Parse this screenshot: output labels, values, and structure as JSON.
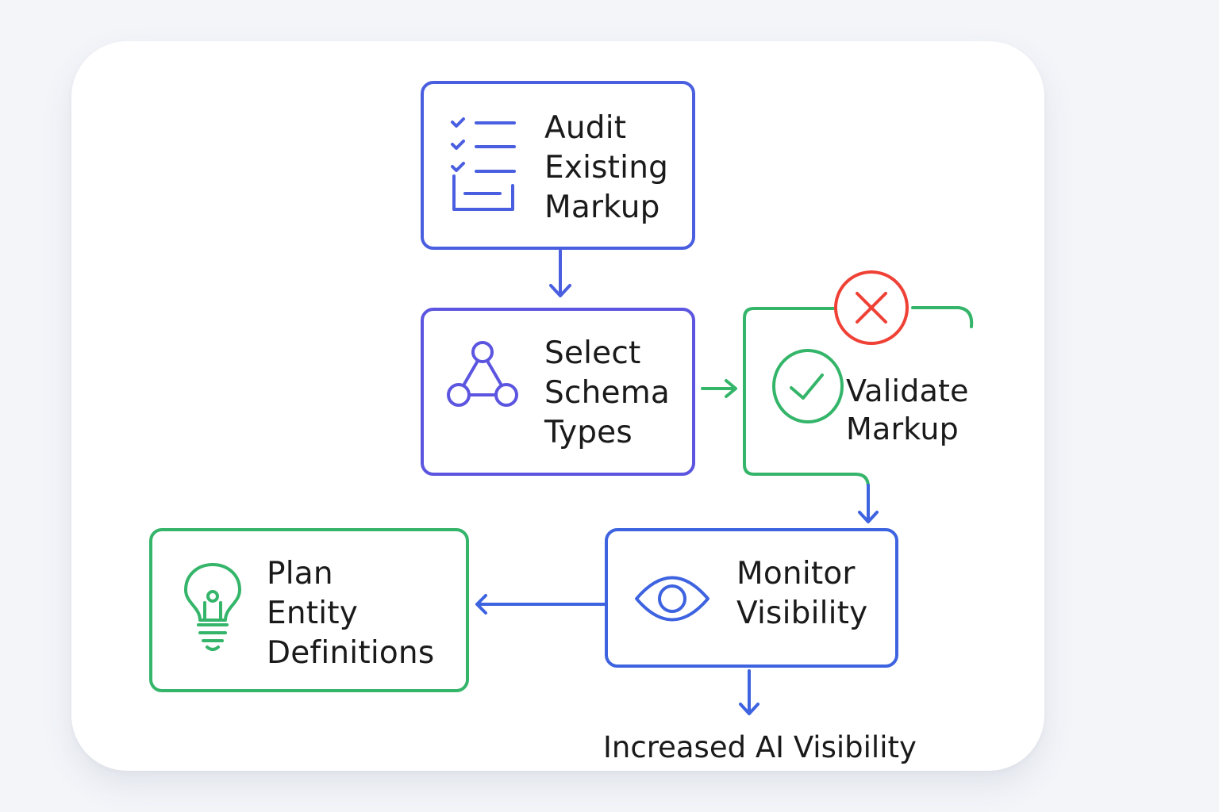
{
  "diagram": {
    "nodes": [
      {
        "id": "audit",
        "label": "Audit\nExisting\nMarkup",
        "icon": "checklist-icon",
        "color": "#4a5fe0"
      },
      {
        "id": "select",
        "label": "Select\nSchema\nTypes",
        "icon": "node-graph-icon",
        "color": "#5b55e0"
      },
      {
        "id": "validate",
        "label": "Validate\nMarkup",
        "icon": "check-circle-icon",
        "color": "#34b56a",
        "error_icon": "x-circle-icon",
        "error_color": "#ef4136"
      },
      {
        "id": "monitor",
        "label": "Monitor\nVisibility",
        "icon": "eye-icon",
        "color": "#3d63e0"
      },
      {
        "id": "plan",
        "label": "Plan\nEntity\nDefinitions",
        "icon": "lightbulb-icon",
        "color": "#34b56a"
      }
    ],
    "outcome": "Increased AI Visibility"
  }
}
